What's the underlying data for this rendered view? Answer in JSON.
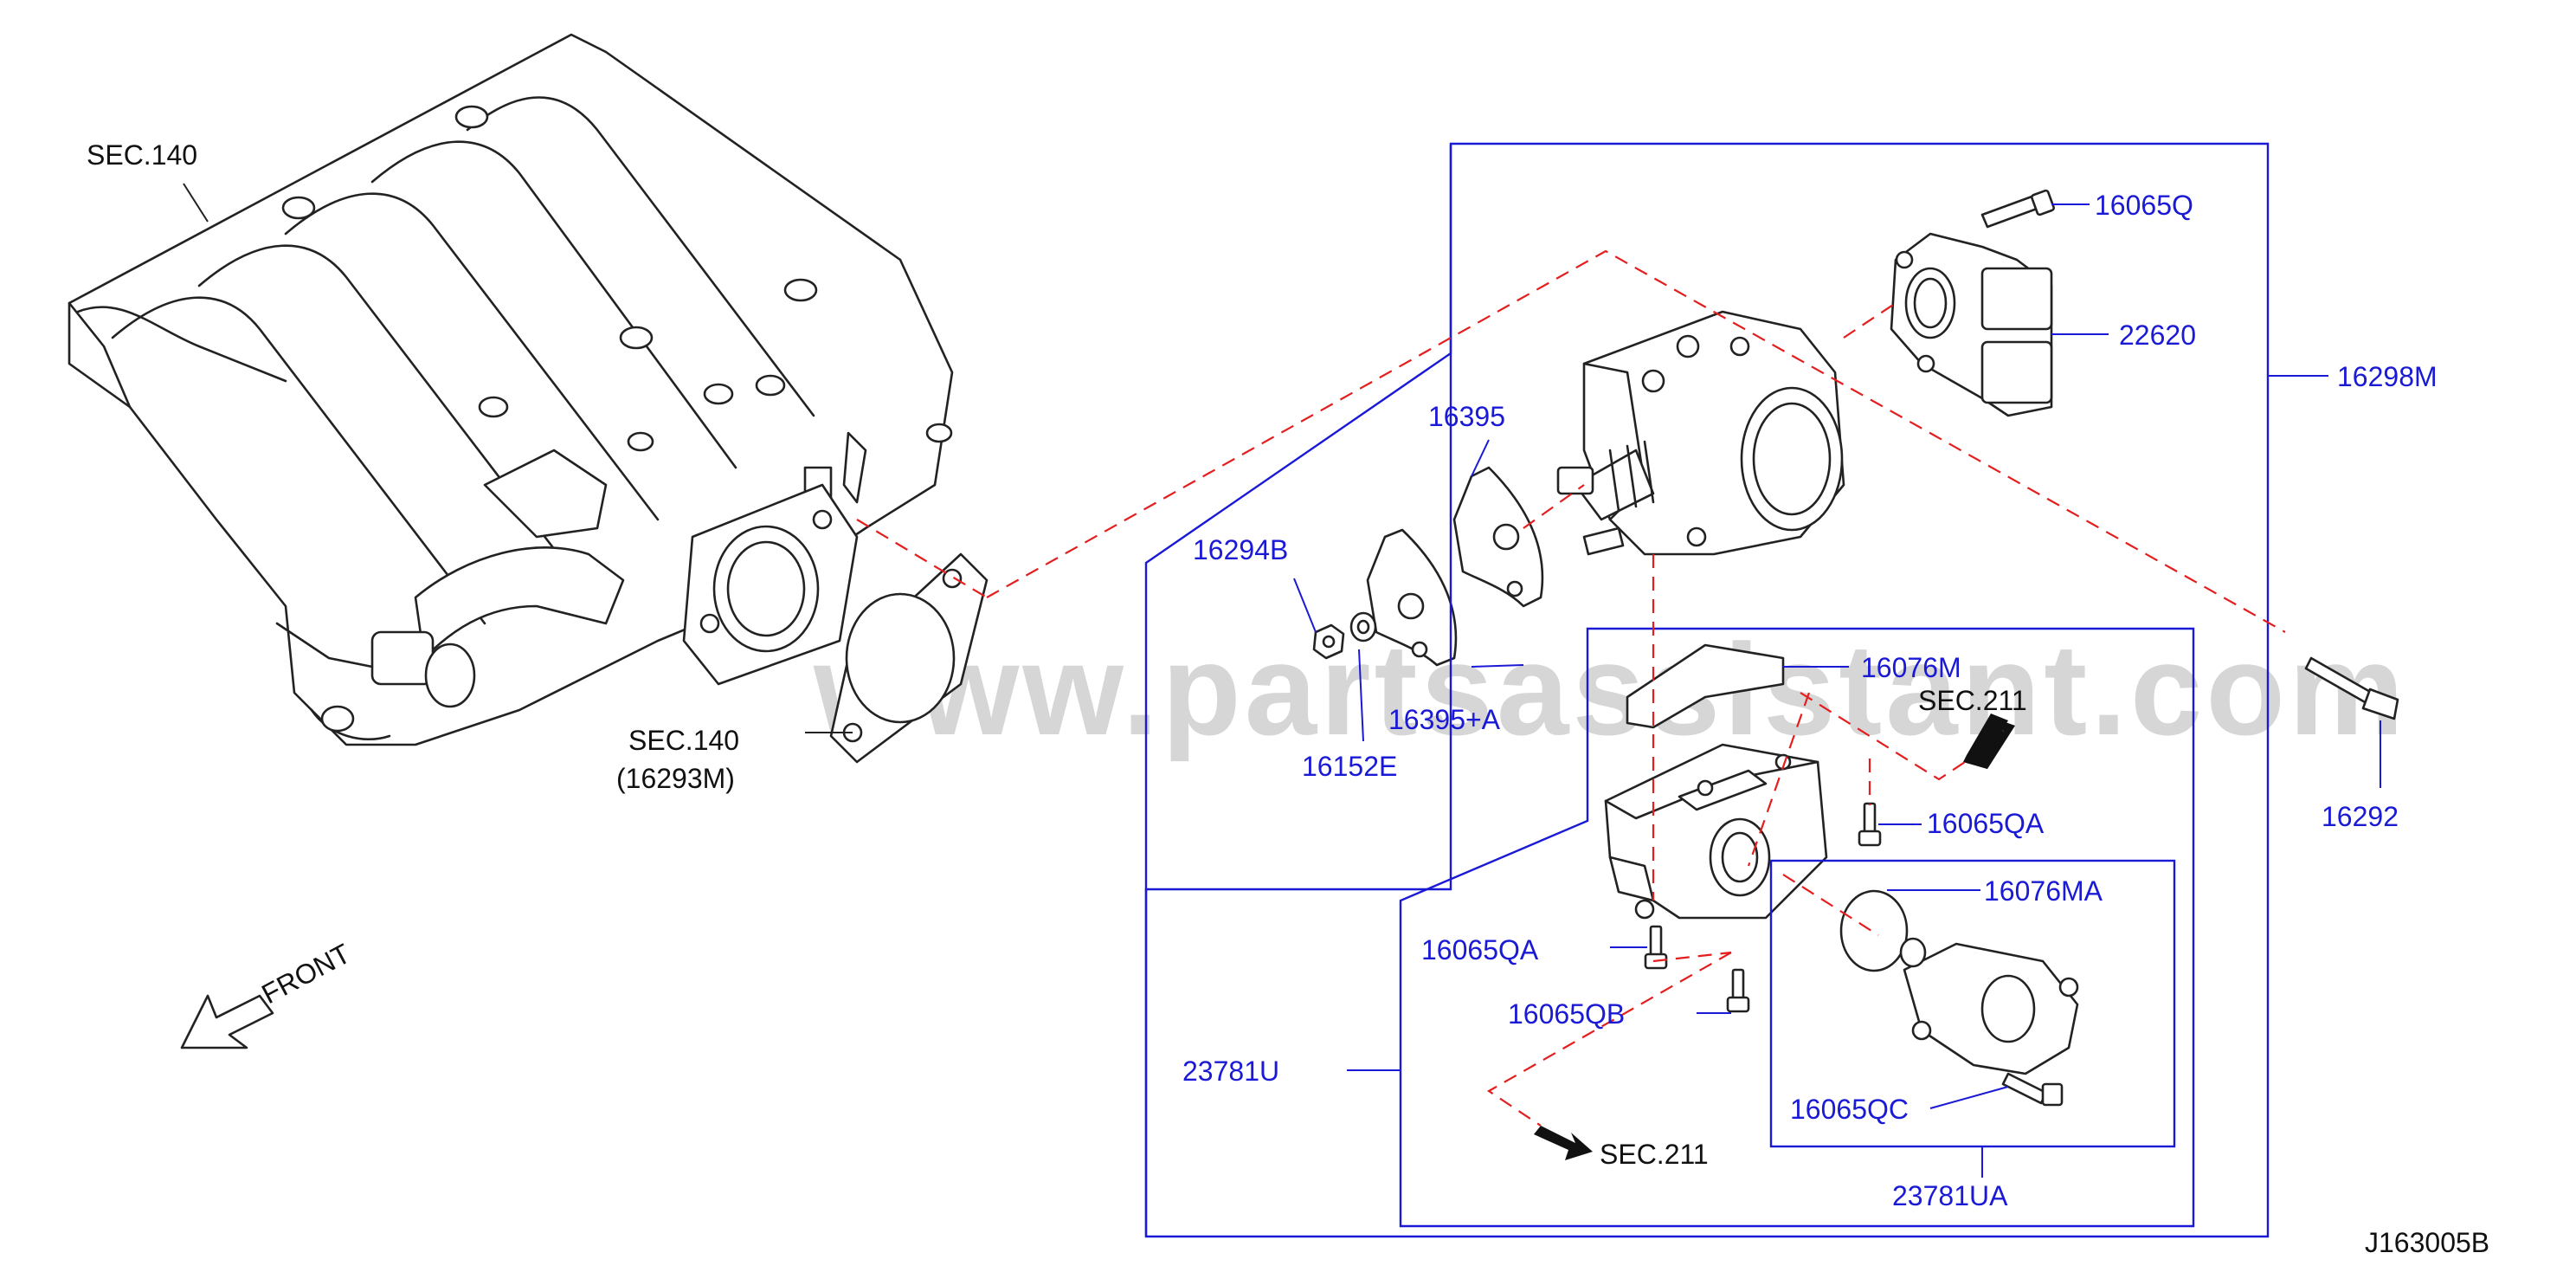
{
  "diagram_id": "J163005B",
  "watermark": "www.partsassistant.com",
  "front_label": "FRONT",
  "section_labels": {
    "sec140_top": "SEC.140",
    "sec140_gasket": "SEC.140",
    "sec140_gasket_part": "(16293M)",
    "sec211_upper": "SEC.211",
    "sec211_lower": "SEC.211"
  },
  "part_labels": {
    "p16065Q": "16065Q",
    "p22620": "22620",
    "p16298M": "16298M",
    "p16395": "16395",
    "p16294B": "16294B",
    "p16076M": "16076M",
    "p16395A": "16395+A",
    "p16152E": "16152E",
    "p16065QA_right": "16065QA",
    "p16292": "16292",
    "p16076MA": "16076MA",
    "p16065QA_left": "16065QA",
    "p16065QB": "16065QB",
    "p23781U": "23781U",
    "p16065QC": "16065QC",
    "p23781UA": "23781UA"
  },
  "colors": {
    "part_number_text": "#1a1ad6",
    "callout_box": "#1a1ad6",
    "alignment_dashes": "#e41e1e",
    "line_art": "#222222"
  }
}
